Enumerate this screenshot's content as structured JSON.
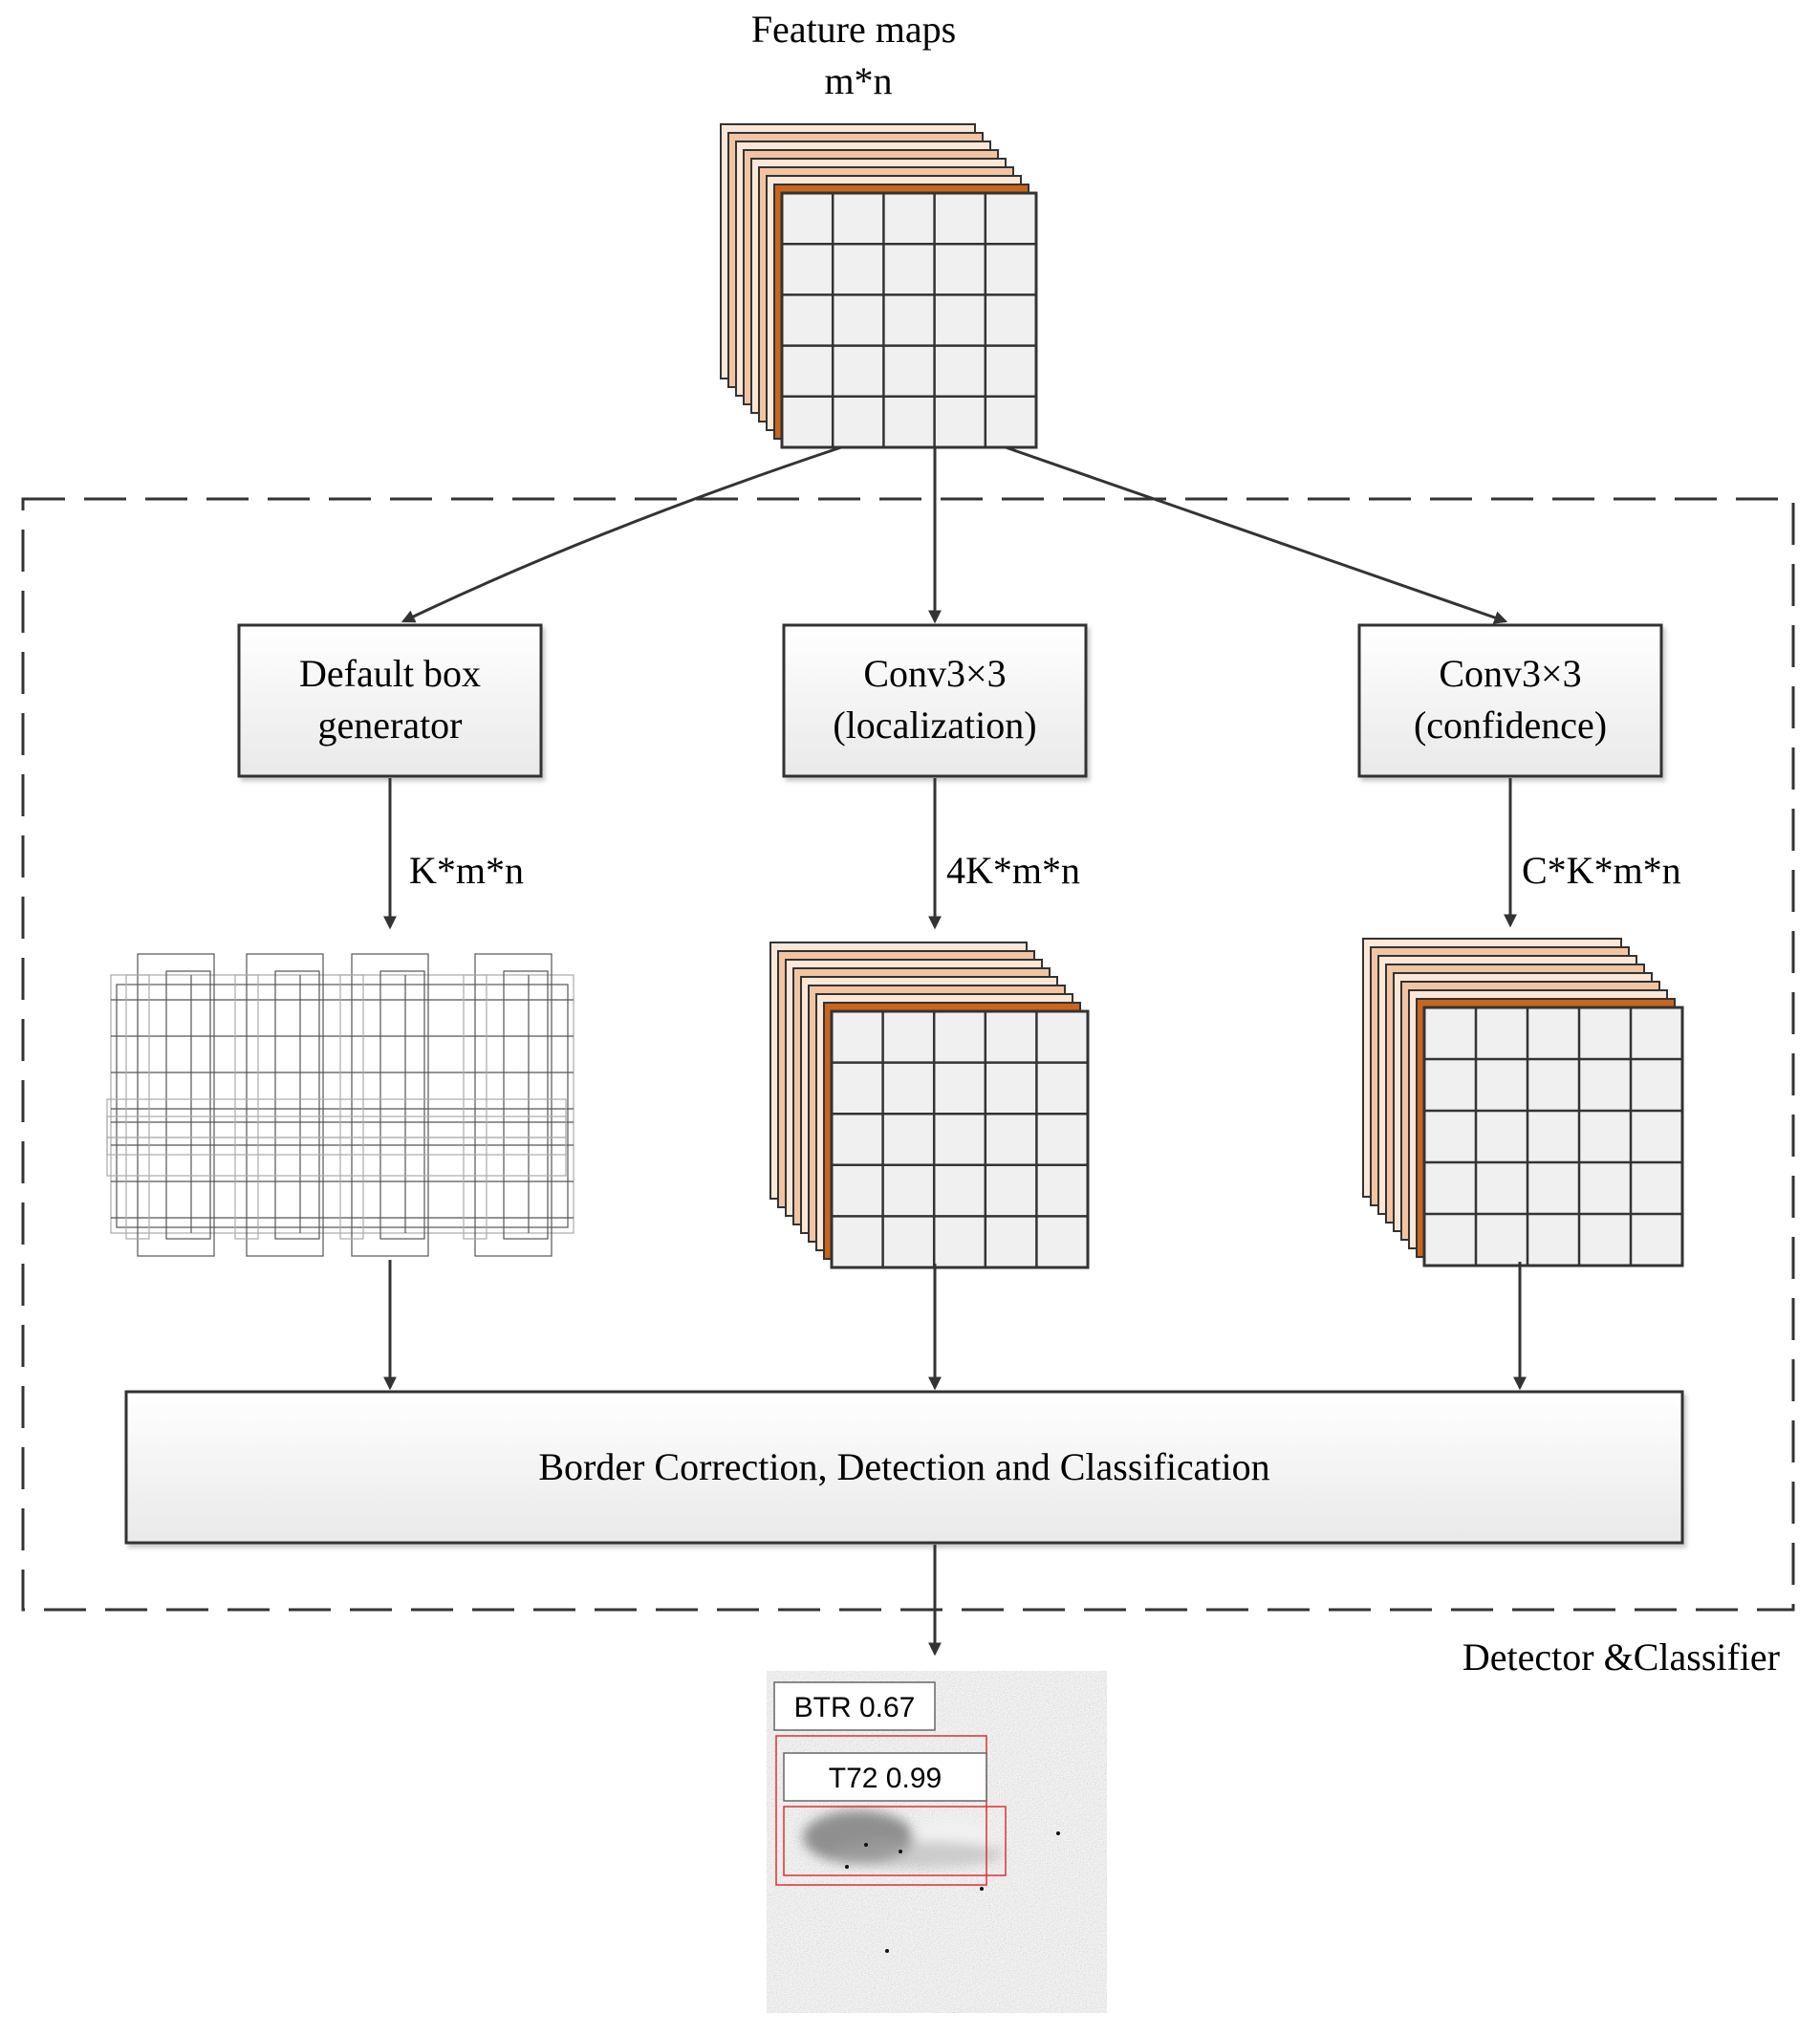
{
  "input": {
    "title": "Feature maps",
    "size": "m*n"
  },
  "module": {
    "label": "Detector &Classifier"
  },
  "boxes": {
    "default_box": {
      "line1": "Default box",
      "line2": "generator"
    },
    "localization": {
      "line1": "Conv3×3",
      "line2": "(localization)"
    },
    "confidence": {
      "line1": "Conv3×3",
      "line2": "(confidence)"
    },
    "merge": "Border Correction, Detection and Classification"
  },
  "edges": {
    "default_box_out": "K*m*n",
    "localization_out": "4K*m*n",
    "confidence_out": "C*K*m*n"
  },
  "output_image": {
    "detections": [
      {
        "label": "BTR 0.67"
      },
      {
        "label": "T72 0.99"
      }
    ]
  },
  "colors": {
    "accent_orange": "#c8661e",
    "layer_peach": "#f2c4a2",
    "layer_light": "#fbe7d8",
    "cell_fill": "#f0f0f0",
    "box_fill_top": "#ffffff",
    "box_fill_bottom": "#ececec",
    "stroke": "#333333",
    "detection_red": "#e03030"
  }
}
